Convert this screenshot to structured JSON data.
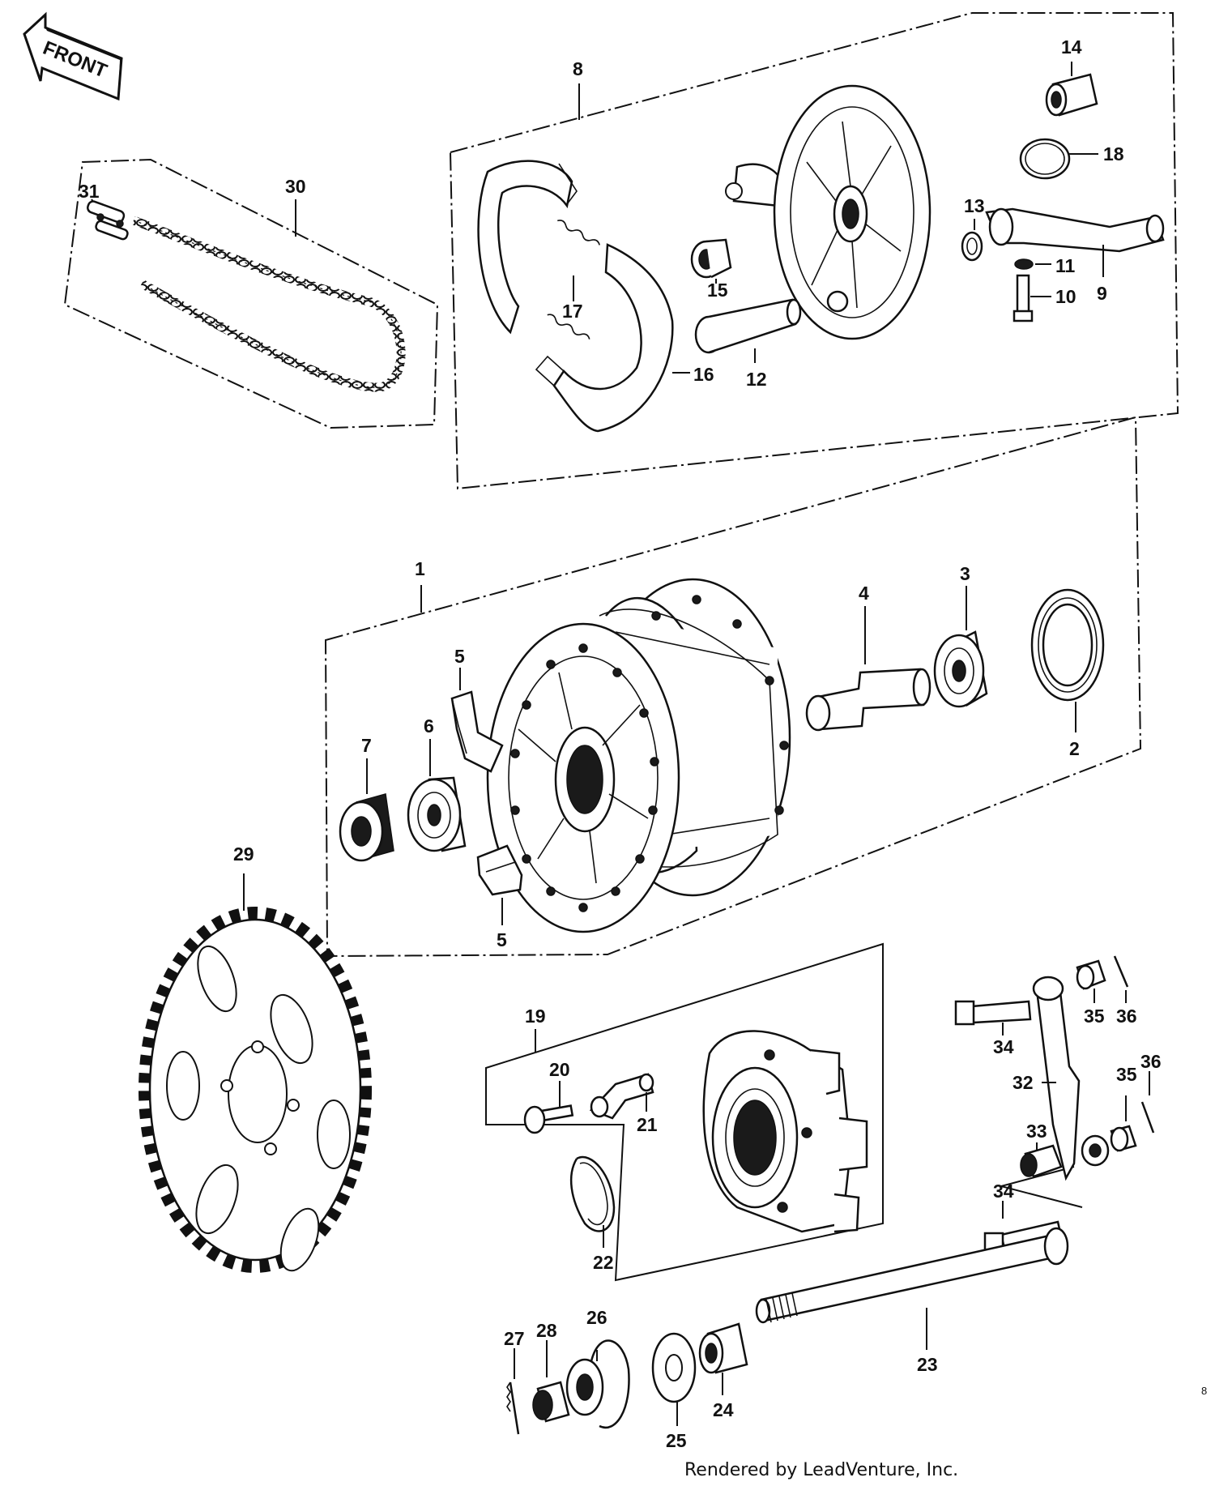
{
  "front_arrow": {
    "label": "FRONT"
  },
  "credit": "Rendered by LeadVenture, Inc.",
  "page_mark": "8",
  "labels": {
    "l1": "1",
    "l2": "2",
    "l3": "3",
    "l4": "4",
    "l5a": "5",
    "l5b": "5",
    "l6": "6",
    "l7": "7",
    "l8": "8",
    "l9": "9",
    "l10": "10",
    "l11": "11",
    "l12": "12",
    "l13": "13",
    "l14": "14",
    "l15": "15",
    "l16": "16",
    "l17": "17",
    "l18": "18",
    "l19": "19",
    "l20": "20",
    "l21": "21",
    "l22": "22",
    "l23": "23",
    "l24": "24",
    "l25": "25",
    "l26": "26",
    "l27": "27",
    "l28": "28",
    "l29": "29",
    "l30": "30",
    "l31": "31",
    "l32": "32",
    "l33": "33",
    "l34a": "34",
    "l34b": "34",
    "l35a": "35",
    "l35b": "35",
    "l36a": "36",
    "l36b": "36"
  }
}
